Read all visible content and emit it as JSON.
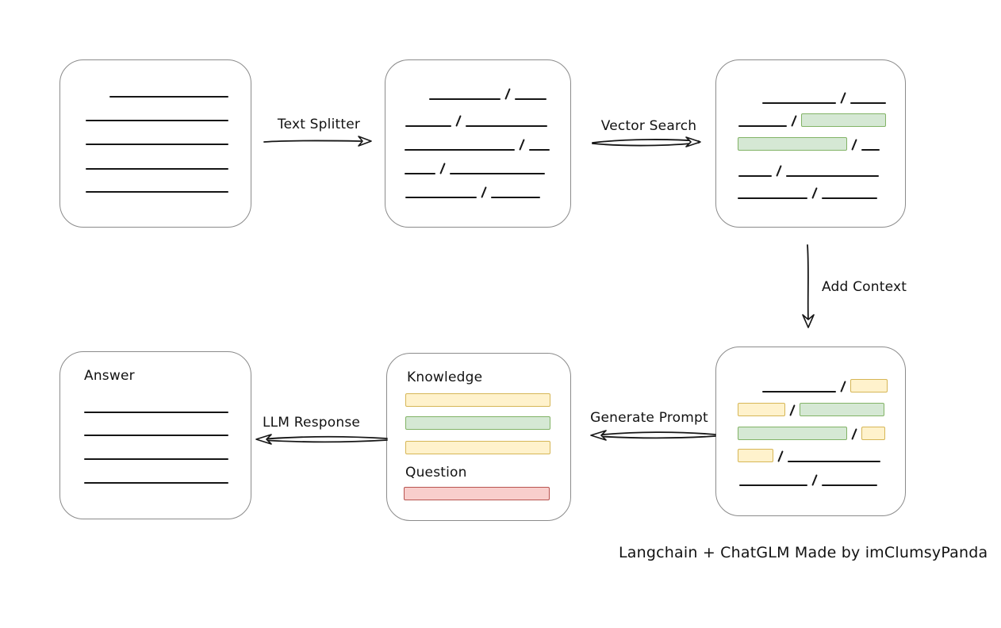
{
  "labels": {
    "text_splitter": "Text Splitter",
    "vector_search": "Vector Search",
    "add_context": "Add Context",
    "generate_prompt": "Generate Prompt",
    "llm_response": "LLM Response"
  },
  "prompt_box": {
    "knowledge_label": "Knowledge",
    "question_label": "Question"
  },
  "answer_box": {
    "answer_label": "Answer"
  },
  "caption": "Langchain + ChatGLM Made by imClumsyPanda",
  "colors": {
    "green_fill": "#d5e8d4",
    "green_border": "#82b366",
    "yellow_fill": "#fff2cc",
    "yellow_border": "#d6b656",
    "red_fill": "#f8cecc",
    "red_border": "#b85450",
    "box_border": "#8b8b8b",
    "line": "#161616",
    "text": "#121212",
    "background": "#ffffff"
  }
}
